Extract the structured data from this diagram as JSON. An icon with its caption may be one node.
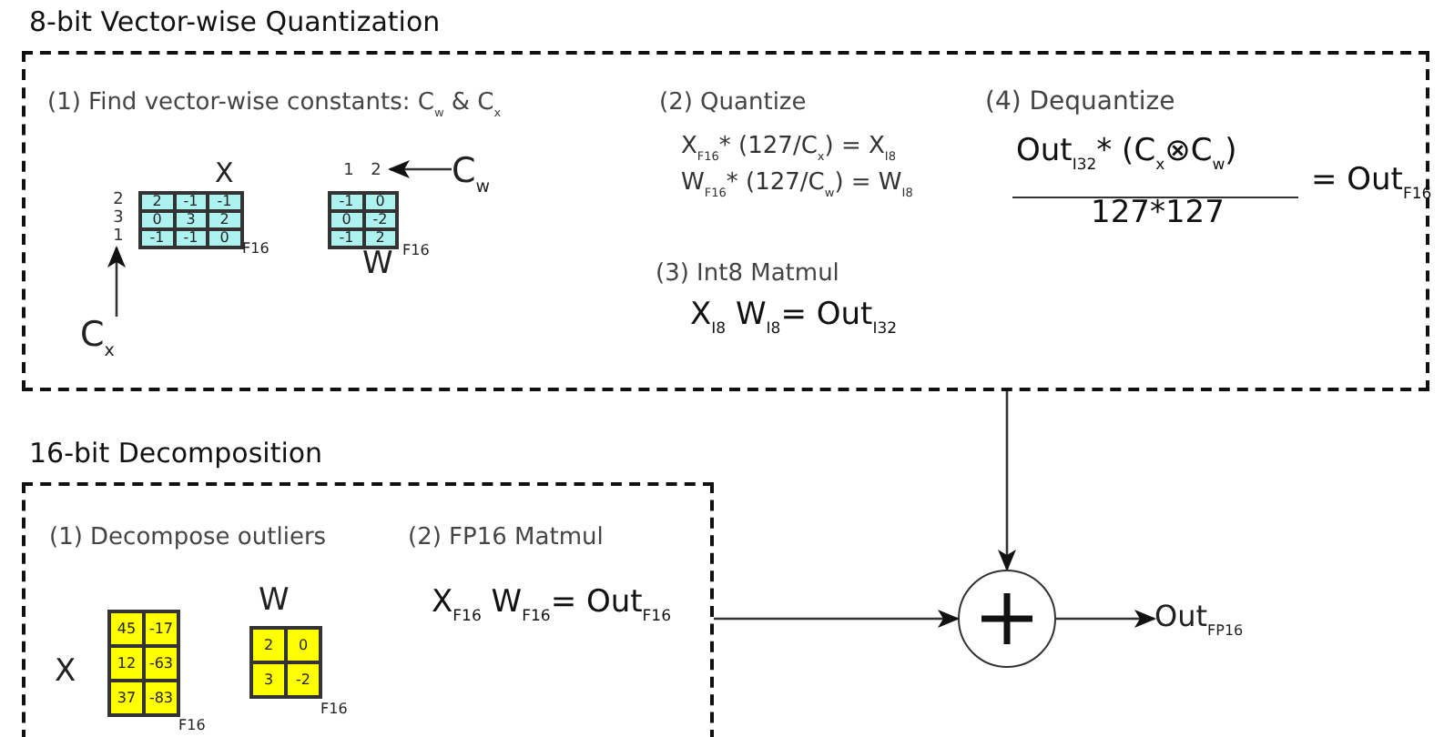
{
  "diagram": {
    "nodes": [
      {
        "text": [
          "8-bit Vector-wise Quantization",
          "(1) Find vector-wise constants: C$_{w}$ & C$_{x}$",
          "(2) Quantize",
          "X$_{F16}$* (127/C$_{x}$) = X$_{I8}$",
          "W$_{F16}$* (127/C$_{w}$) = W$_{I8}$",
          "(3) Int8 Matmul",
          "X$_{I8}$ W$_{I8}$= Out$_{I32}$",
          "(4) Dequantize",
          "Out$_{I32}$* (C$_{x}$⊗C$_{w}$)",
          "127*127",
          "= Out$_{F16}$"
        ]
      },
      {
        "text": [
          "2",
          "-1",
          "-1",
          "0",
          "3",
          "2",
          "-1",
          "-1",
          "0"
        ],
        "in": 0,
        "beside": [
          "X",
          "F16"
        ]
      },
      {
        "text": [
          "2",
          "3",
          "1"
        ],
        "in": 0
      },
      {
        "text": [
          "C$_{x}$"
        ],
        "in": 0
      },
      {
        "text": [
          "-1",
          "0",
          "0",
          "-2",
          "-1",
          "2"
        ],
        "in": 0,
        "beside": [
          "W",
          "F16"
        ]
      },
      {
        "text": [
          "1",
          "2"
        ],
        "in": 0
      },
      {
        "text": [
          "C$_{w}$"
        ],
        "in": 0
      },
      {
        "text": [
          "16-bit Decomposition",
          "(1) Decompose outliers",
          "(2) FP16 Matmul",
          "X$_{F16}$ W$_{F16}$= Out$_{F16}$"
        ]
      },
      {
        "text": [
          "45",
          "-17",
          "12",
          "-63",
          "37",
          "-83"
        ],
        "in": 7,
        "beside": [
          "X",
          "F16"
        ]
      },
      {
        "text": [
          "2",
          "0",
          "3",
          "-2"
        ],
        "in": 7,
        "beside": [
          "W",
          "F16"
        ]
      },
      {
        "text": [],
        "shape": "circle"
      },
      {
        "text": [
          "Out$_{FP16}$"
        ]
      }
    ],
    "edges": [
      {
        "from": 3,
        "to": 2,
        "arrow": "to"
      },
      {
        "from": 6,
        "to": 5,
        "arrow": "to"
      },
      {
        "from": 0,
        "to": 10,
        "arrow": "to"
      },
      {
        "from": 7,
        "to": 10,
        "arrow": "to"
      },
      {
        "from": 10,
        "to": 11,
        "arrow": "to"
      }
    ]
  }
}
